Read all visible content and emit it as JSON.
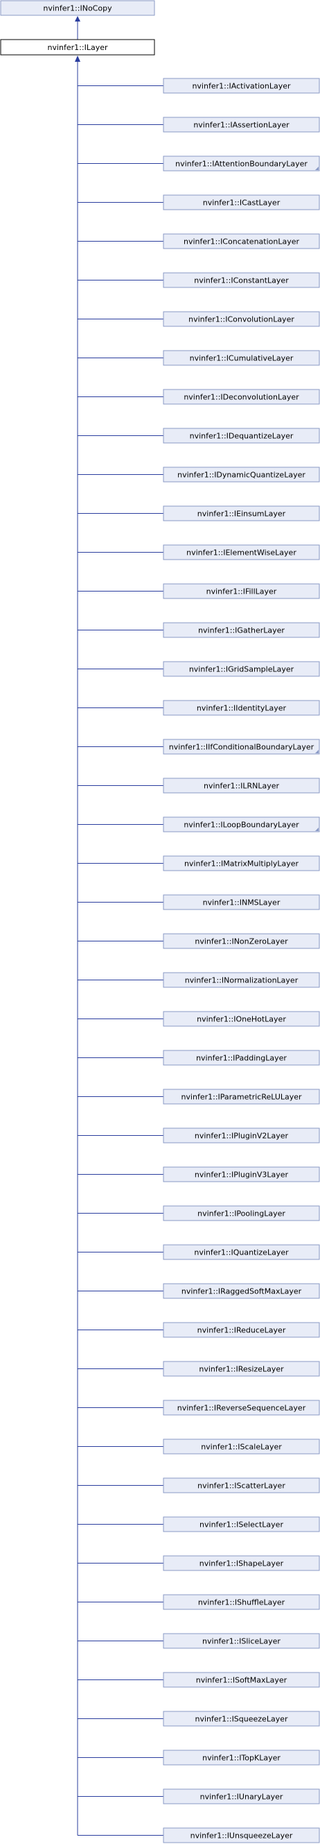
{
  "colors": {
    "edge": "#2a3d9e",
    "node_fill": "#e8ecf7",
    "node_border": "#8a9ac6",
    "root_fill": "#ffffff",
    "root_border": "#000000",
    "corner_mark": "#8a9ac6"
  },
  "top_node": {
    "label": "nvinfer1::INoCopy"
  },
  "main_node": {
    "label": "nvinfer1::ILayer"
  },
  "children": [
    {
      "label": "nvinfer1::IActivationLayer",
      "has_more": false
    },
    {
      "label": "nvinfer1::IAssertionLayer",
      "has_more": false
    },
    {
      "label": "nvinfer1::IAttentionBoundaryLayer",
      "has_more": true
    },
    {
      "label": "nvinfer1::ICastLayer",
      "has_more": false
    },
    {
      "label": "nvinfer1::IConcatenationLayer",
      "has_more": false
    },
    {
      "label": "nvinfer1::IConstantLayer",
      "has_more": false
    },
    {
      "label": "nvinfer1::IConvolutionLayer",
      "has_more": false
    },
    {
      "label": "nvinfer1::ICumulativeLayer",
      "has_more": false
    },
    {
      "label": "nvinfer1::IDeconvolutionLayer",
      "has_more": false
    },
    {
      "label": "nvinfer1::IDequantizeLayer",
      "has_more": false
    },
    {
      "label": "nvinfer1::IDynamicQuantizeLayer",
      "has_more": false
    },
    {
      "label": "nvinfer1::IEinsumLayer",
      "has_more": false
    },
    {
      "label": "nvinfer1::IElementWiseLayer",
      "has_more": false
    },
    {
      "label": "nvinfer1::IFillLayer",
      "has_more": false
    },
    {
      "label": "nvinfer1::IGatherLayer",
      "has_more": false
    },
    {
      "label": "nvinfer1::IGridSampleLayer",
      "has_more": false
    },
    {
      "label": "nvinfer1::IIdentityLayer",
      "has_more": false
    },
    {
      "label": "nvinfer1::IIfConditionalBoundaryLayer",
      "has_more": true
    },
    {
      "label": "nvinfer1::ILRNLayer",
      "has_more": false
    },
    {
      "label": "nvinfer1::ILoopBoundaryLayer",
      "has_more": true
    },
    {
      "label": "nvinfer1::IMatrixMultiplyLayer",
      "has_more": false
    },
    {
      "label": "nvinfer1::INMSLayer",
      "has_more": false
    },
    {
      "label": "nvinfer1::INonZeroLayer",
      "has_more": false
    },
    {
      "label": "nvinfer1::INormalizationLayer",
      "has_more": false
    },
    {
      "label": "nvinfer1::IOneHotLayer",
      "has_more": false
    },
    {
      "label": "nvinfer1::IPaddingLayer",
      "has_more": false
    },
    {
      "label": "nvinfer1::IParametricReLULayer",
      "has_more": false
    },
    {
      "label": "nvinfer1::IPluginV2Layer",
      "has_more": false
    },
    {
      "label": "nvinfer1::IPluginV3Layer",
      "has_more": false
    },
    {
      "label": "nvinfer1::IPoolingLayer",
      "has_more": false
    },
    {
      "label": "nvinfer1::IQuantizeLayer",
      "has_more": false
    },
    {
      "label": "nvinfer1::IRaggedSoftMaxLayer",
      "has_more": false
    },
    {
      "label": "nvinfer1::IReduceLayer",
      "has_more": false
    },
    {
      "label": "nvinfer1::IResizeLayer",
      "has_more": false
    },
    {
      "label": "nvinfer1::IReverseSequenceLayer",
      "has_more": false
    },
    {
      "label": "nvinfer1::IScaleLayer",
      "has_more": false
    },
    {
      "label": "nvinfer1::IScatterLayer",
      "has_more": false
    },
    {
      "label": "nvinfer1::ISelectLayer",
      "has_more": false
    },
    {
      "label": "nvinfer1::IShapeLayer",
      "has_more": false
    },
    {
      "label": "nvinfer1::IShuffleLayer",
      "has_more": false
    },
    {
      "label": "nvinfer1::ISliceLayer",
      "has_more": false
    },
    {
      "label": "nvinfer1::ISoftMaxLayer",
      "has_more": false
    },
    {
      "label": "nvinfer1::ISqueezeLayer",
      "has_more": false
    },
    {
      "label": "nvinfer1::ITopKLayer",
      "has_more": false
    },
    {
      "label": "nvinfer1::IUnaryLayer",
      "has_more": false
    },
    {
      "label": "nvinfer1::IUnsqueezeLayer",
      "has_more": false
    }
  ]
}
